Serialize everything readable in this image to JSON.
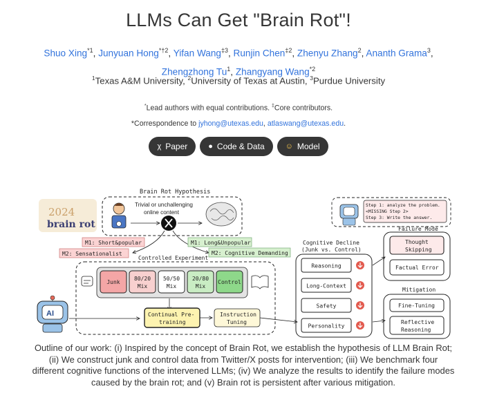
{
  "page": {
    "title": "LLMs Can Get \"Brain Rot\"!",
    "authors": [
      {
        "name": "Shuo Xing",
        "sup": "*1"
      },
      {
        "name": "Junyuan Hong",
        "sup": "*†2"
      },
      {
        "name": "Yifan Wang",
        "sup": "‡3"
      },
      {
        "name": "Runjin Chen",
        "sup": "‡2"
      },
      {
        "name": "Zhenyu Zhang",
        "sup": "2"
      },
      {
        "name": "Ananth Grama",
        "sup": "3"
      },
      {
        "name": "Zhengzhong Tu",
        "sup": "1"
      },
      {
        "name": "Zhangyang Wang",
        "sup": "*2"
      }
    ],
    "affiliations": [
      {
        "sup": "1",
        "name": "Texas A&M University,"
      },
      {
        "sup": "2",
        "name": "University of Texas at Austin,"
      },
      {
        "sup": "3",
        "name": "Purdue University"
      }
    ],
    "note_lead": "Lead authors with equal contributions.",
    "note_core": "Core contributors.",
    "note_lead_sup": "*",
    "note_core_sym": "‡",
    "correspondence_label": "*Correspondence to",
    "email1": "jyhong@utexas.edu",
    "email2": "atlaswang@utexas.edu",
    "buttons": [
      {
        "label": "Paper",
        "icon": "arxiv-icon",
        "glyph": "χ"
      },
      {
        "label": "Code & Data",
        "icon": "github-icon",
        "glyph": "●"
      },
      {
        "label": "Model",
        "icon": "hugging-face-icon",
        "glyph": "☺"
      }
    ],
    "caption": "Outline of our work: (i) Inspired by the concept of Brain Rot, we establish the hypothesis of LLM Brain Rot; (ii) We construct junk and control data from Twitter/X posts for intervention; (iii) We benchmark four different cognitive functions of the intervened LLMs; (iv) We analyze the results to identify the failure modes caused by the brain rot; and (v) Brain rot is persistent after various mitigation."
  },
  "figure": {
    "hypothesis_title": "Brain Rot Hypothesis",
    "trivial_text_1": "Trivial or unchallenging",
    "trivial_text_2": "online content",
    "logo_year": "2024",
    "logo_text": "brain rot",
    "m1_left": "M1: Short&popular",
    "m2_left": "M2: Sensationalist",
    "m1_right": "M1: Long&Unpopular",
    "m2_right": "M2: Cognitive Demanding",
    "controlled_experiment": "Controlled Experiment",
    "mix_boxes": [
      {
        "line1": "Junk",
        "line2": "",
        "color": "#f4a6a6"
      },
      {
        "line1": "80/20",
        "line2": "Mix",
        "color": "#f8d0cf"
      },
      {
        "line1": "50/50",
        "line2": "Mix",
        "color": "#ffffff"
      },
      {
        "line1": "20/80",
        "line2": "Mix",
        "color": "#c9ecc3"
      },
      {
        "line1": "Control",
        "line2": "",
        "color": "#8ed88a"
      }
    ],
    "continual_1": "Continual Pre-",
    "continual_2": "training",
    "instruction_1": "Instruction",
    "instruction_2": "Tuning",
    "ai_label": "AI",
    "decline_title_1": "Cognitive Decline",
    "decline_title_2": "(Junk vs. Control)",
    "decline_items": [
      "Reasoning",
      "Long-Context",
      "Safety",
      "Personality"
    ],
    "step_1": "Step 1: analyze the problem.",
    "step_2": "<MISSING Step 2>",
    "step_3": "Step 3: Write the answer.",
    "failure_mode": "Failure Mode",
    "failure_1a": "Thought",
    "failure_1b": "Skipping",
    "failure_2": "Factual Error",
    "mitigation": "Mitigation",
    "mitigation_1": "Fine-Tuning",
    "mitigation_2a": "Reflective",
    "mitigation_2b": "Reasoning"
  }
}
